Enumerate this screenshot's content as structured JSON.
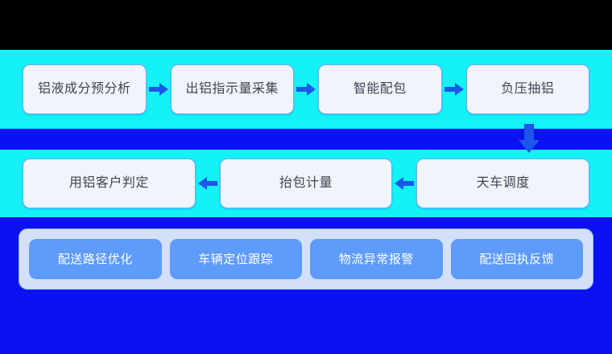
{
  "colors": {
    "band_cyan": "#14f2f7",
    "band_blue": "#0a12f2",
    "box_fill": "#eff4fd",
    "box_border": "#74a8f5",
    "box_text": "#3f4450",
    "arrow": "#1b57e8",
    "tag_container_fill": "#d4e0fa",
    "tag_card_fill": "#5e9bfb",
    "tag_text": "#ffffff",
    "page_background": "#000000"
  },
  "rows": [
    {
      "name": "row-1-aluminium-tapping",
      "flow_direction": "left-to-right",
      "connector_icon": "arrow-right-icon",
      "boxes": [
        {
          "label": "铝液成分预分析"
        },
        {
          "label": "出铝指示量采集"
        },
        {
          "label": "智能配包"
        },
        {
          "label": "负压抽铝"
        }
      ]
    },
    {
      "name": "row-2-dispatch",
      "flow_direction": "right-to-left",
      "connector_icon": "arrow-left-icon",
      "boxes": [
        {
          "label": "用铝客户判定"
        },
        {
          "label": "抬包计量"
        },
        {
          "label": "天车调度"
        }
      ]
    }
  ],
  "vertical_connector": {
    "name": "down-connector",
    "icon": "arrow-down-icon",
    "from_row": "row-1-aluminium-tapping",
    "to_row": "row-2-dispatch"
  },
  "tag_row": {
    "name": "row-3-logistics",
    "tags": [
      {
        "label": "配送路径优化"
      },
      {
        "label": "车辆定位跟踪"
      },
      {
        "label": "物流异常报警"
      },
      {
        "label": "配送回执反馈"
      }
    ]
  }
}
